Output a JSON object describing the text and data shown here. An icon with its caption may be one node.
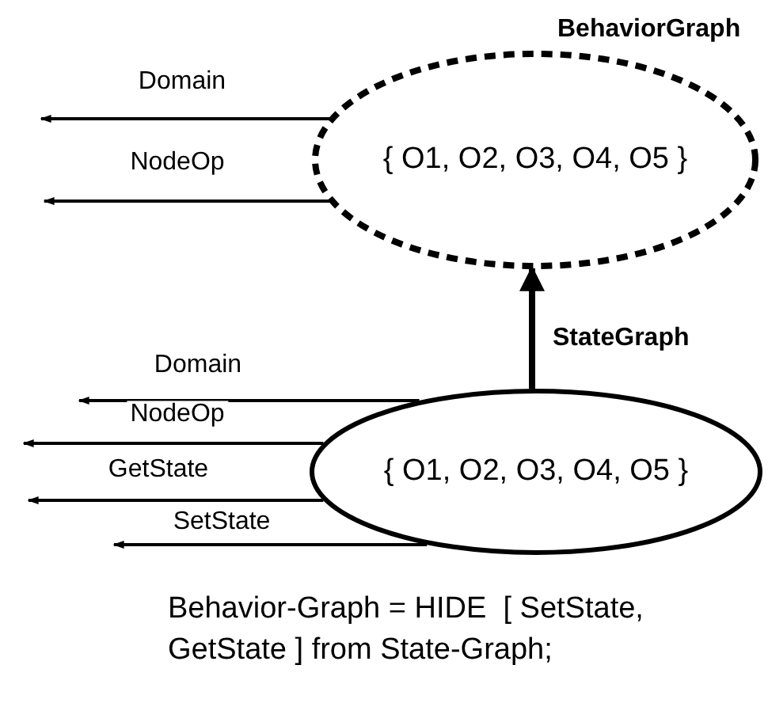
{
  "diagram": {
    "caption": "Behavior-Graph = HIDE  [ SetState, GetState ] from State-Graph;",
    "nodes": [
      {
        "text": [
          "BehaviorGraph",
          "{ O1, O2, O3, O4, O5 }"
        ]
      },
      {
        "text": [
          "StateGraph",
          "{ O1, O2, O3, O4, O5 }"
        ]
      }
    ],
    "edges": [
      {
        "from": 0,
        "to": null,
        "arrow": "to",
        "label": "Domain"
      },
      {
        "from": 0,
        "to": null,
        "arrow": "to",
        "label": "NodeOp"
      },
      {
        "from": 1,
        "to": 0,
        "arrow": "to",
        "style": "thick"
      },
      {
        "from": 1,
        "to": null,
        "arrow": "to",
        "label": "Domain"
      },
      {
        "from": 1,
        "to": null,
        "arrow": "to",
        "label": "NodeOp"
      },
      {
        "from": 1,
        "to": null,
        "arrow": "to",
        "label": "GetState"
      },
      {
        "from": 1,
        "to": null,
        "arrow": "to",
        "label": "SetState"
      }
    ]
  }
}
